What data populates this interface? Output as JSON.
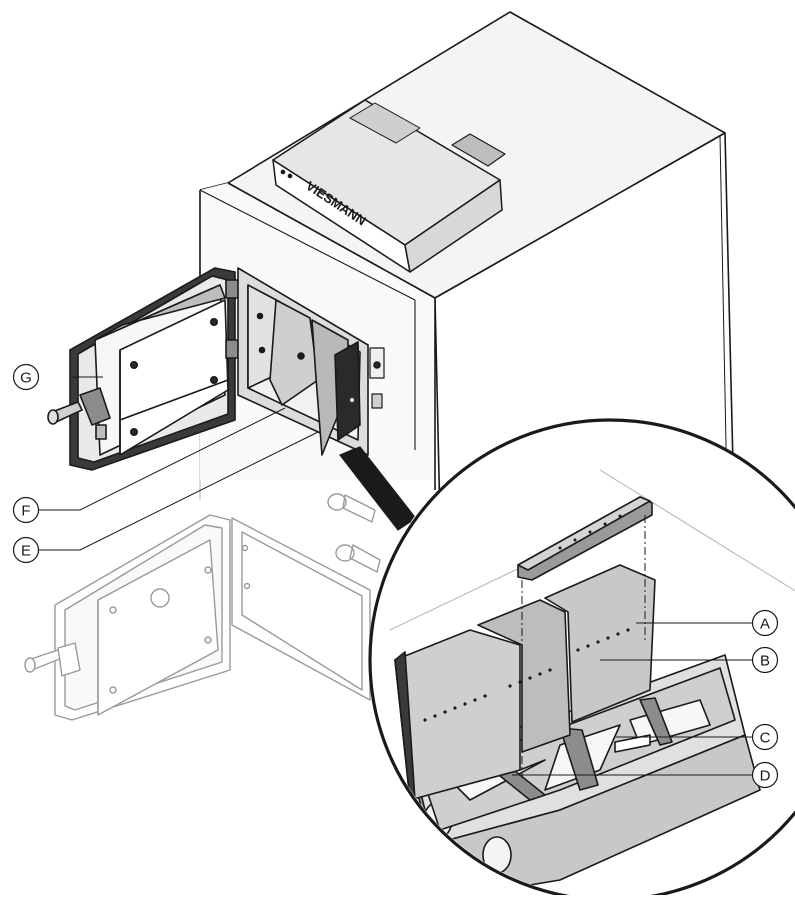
{
  "figure": {
    "brand_logo": "VIESMANN",
    "callouts": [
      {
        "id": "A",
        "letter": "A"
      },
      {
        "id": "B",
        "letter": "B"
      },
      {
        "id": "C",
        "letter": "C"
      },
      {
        "id": "D",
        "letter": "D"
      },
      {
        "id": "E",
        "letter": "E"
      },
      {
        "id": "F",
        "letter": "F"
      },
      {
        "id": "G",
        "letter": "G"
      }
    ],
    "colors": {
      "line": "#1a1a1a",
      "line_faint": "#b8b8b8",
      "fill_light": "#f2f2f2",
      "fill_mid": "#c8c8c8",
      "fill_dark": "#8c8c8c",
      "fill_black": "#2a2a2a"
    }
  }
}
